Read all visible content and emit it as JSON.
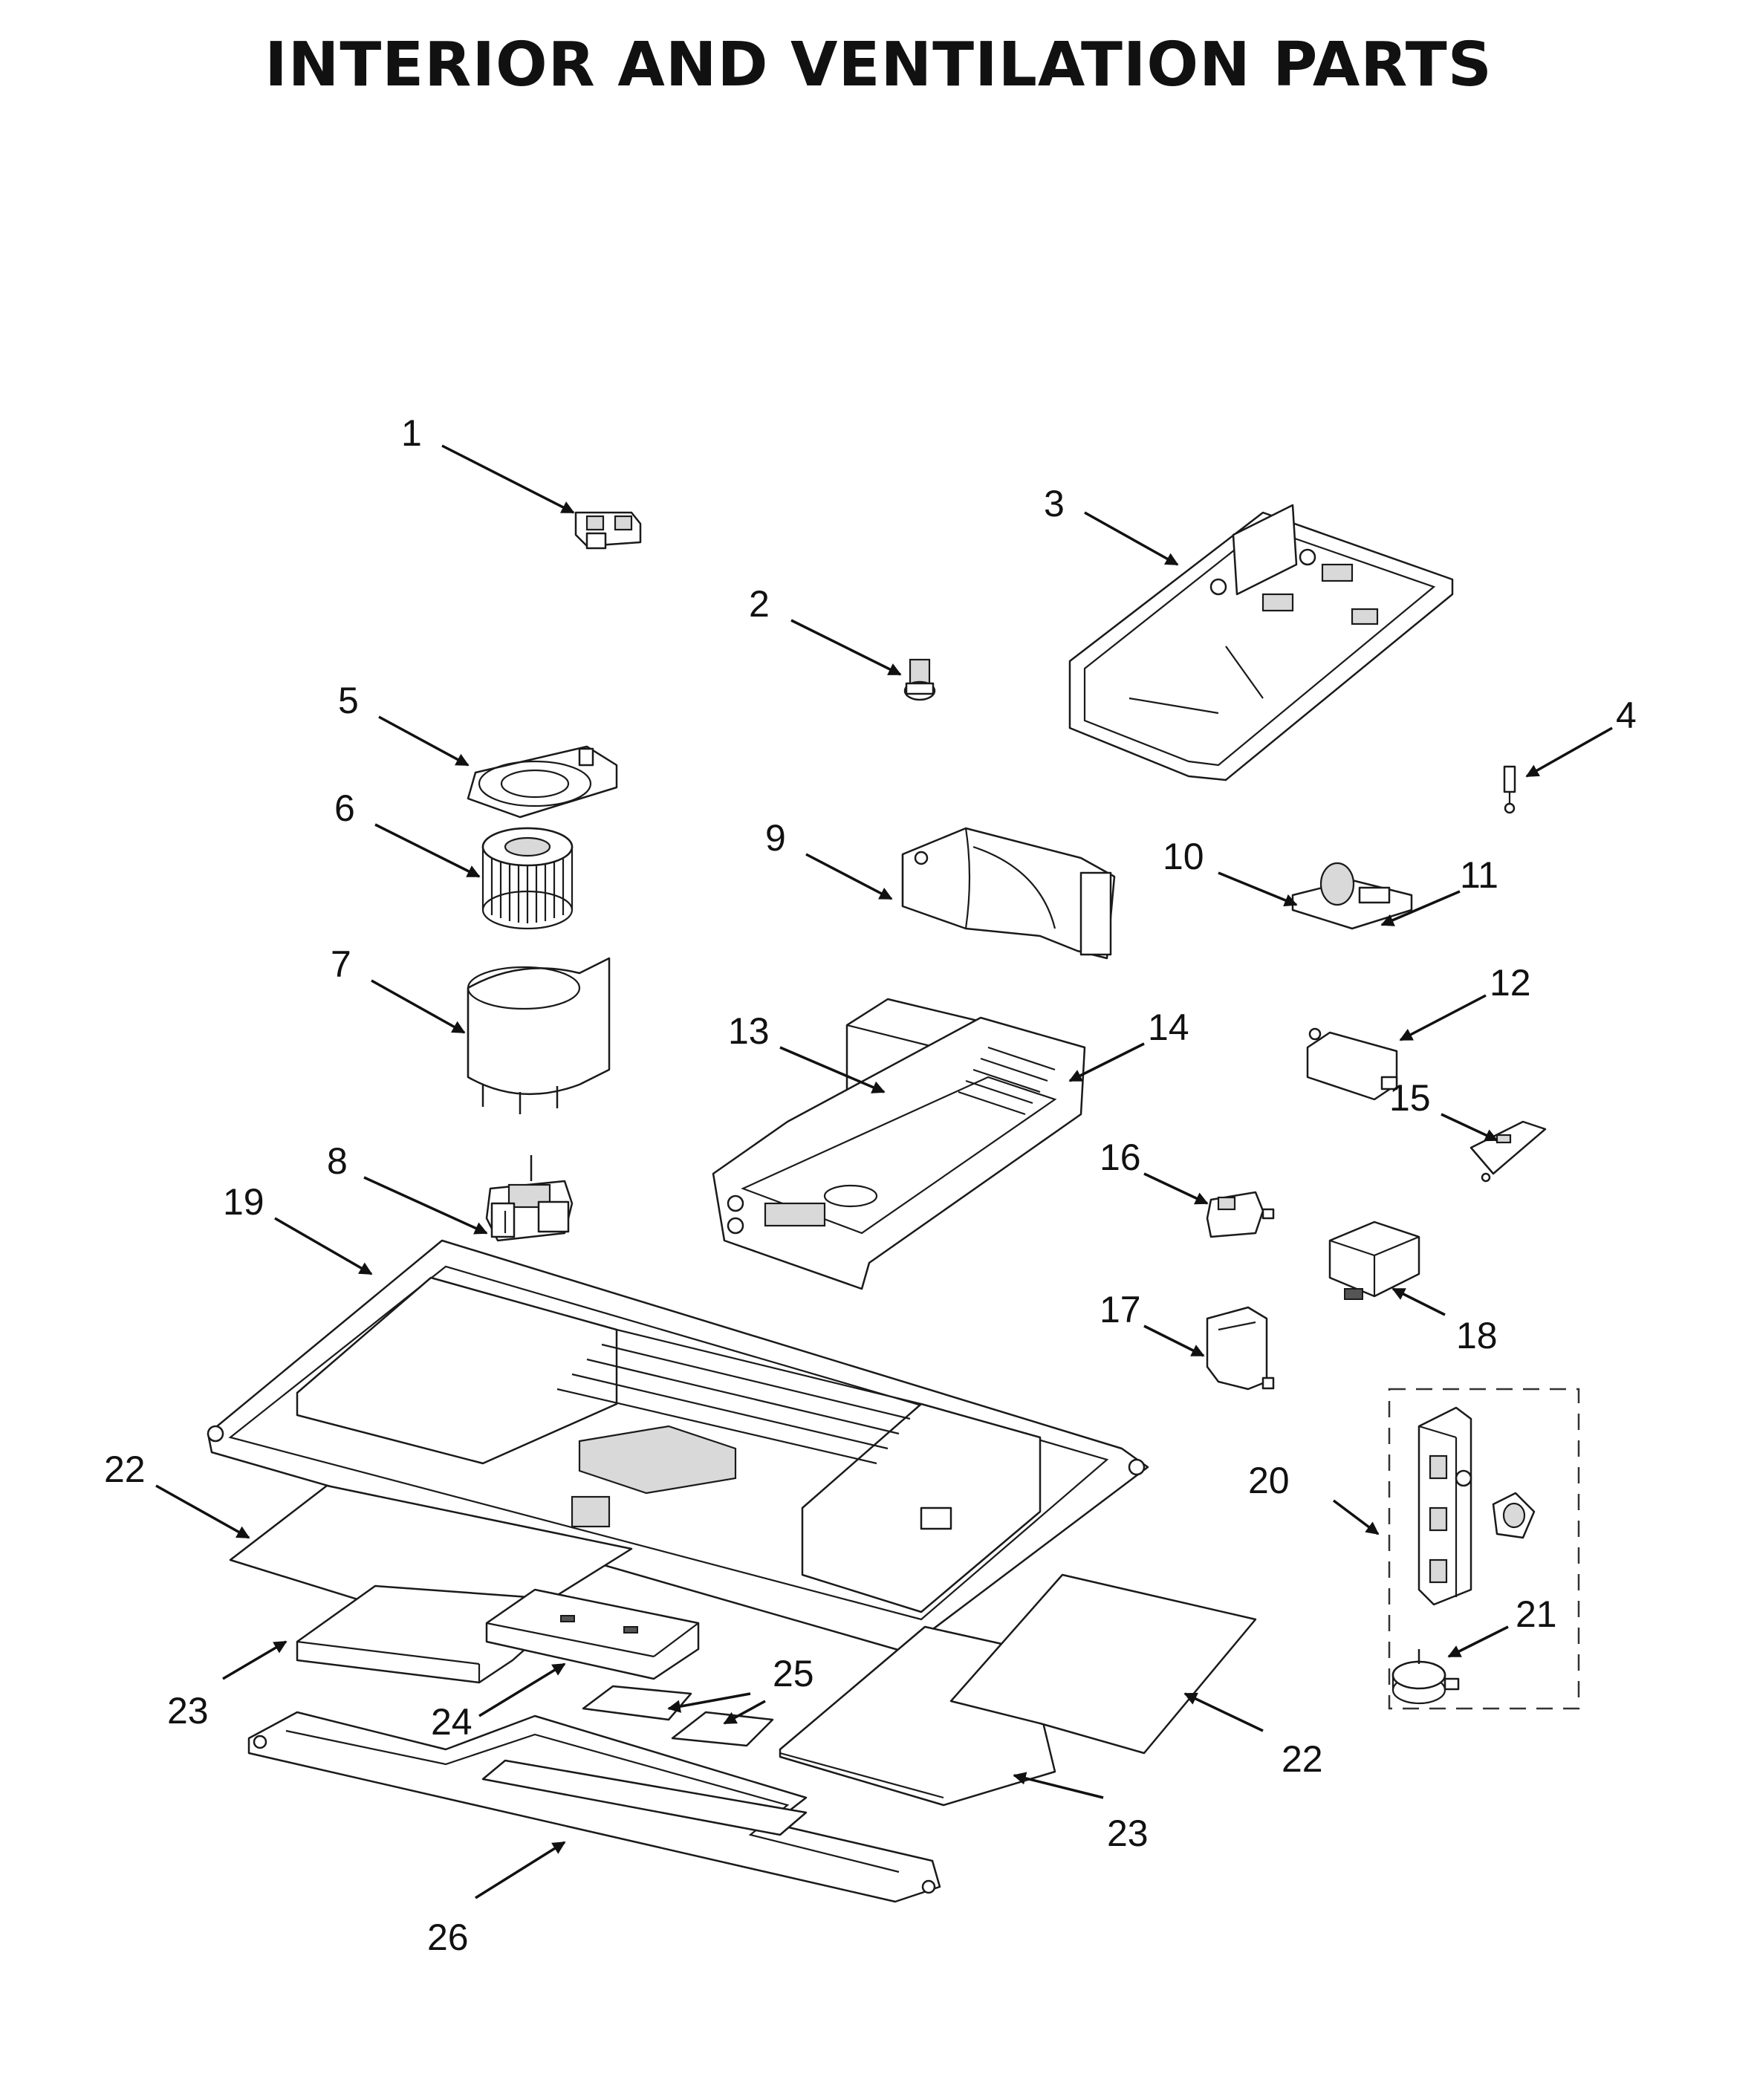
{
  "title": "INTERIOR AND VENTILATION PARTS",
  "callouts": [
    "1",
    "2",
    "3",
    "4",
    "5",
    "6",
    "7",
    "8",
    "9",
    "10",
    "11",
    "12",
    "13",
    "14",
    "15",
    "16",
    "17",
    "18",
    "19",
    "20",
    "21",
    "22",
    "22",
    "23",
    "23",
    "24",
    "25",
    "26"
  ]
}
